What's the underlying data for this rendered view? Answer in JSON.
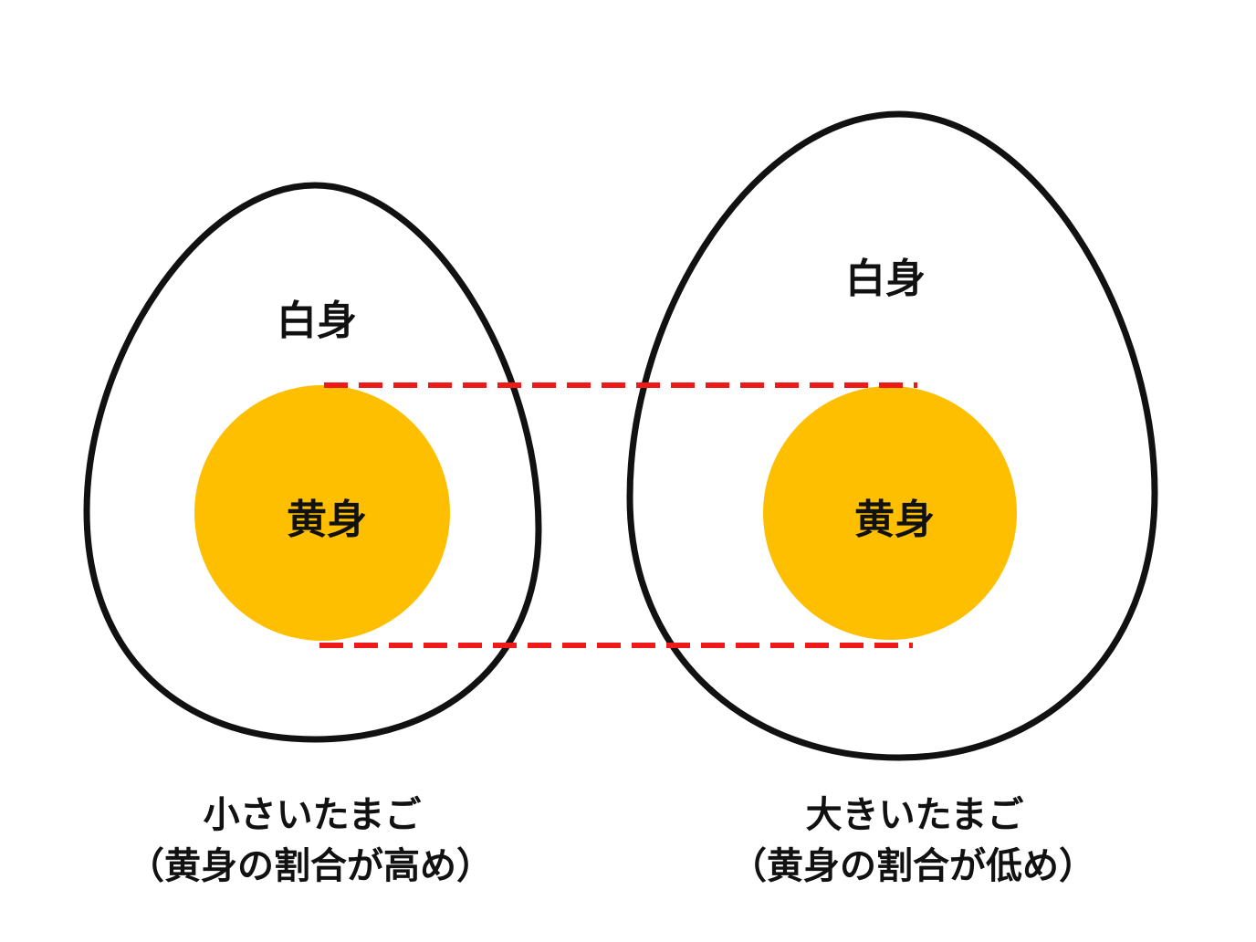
{
  "colors": {
    "yolk": "#FDBF00",
    "outline": "#111111",
    "dash": "#EE1A1A",
    "white": "#FFFFFF"
  },
  "small_egg": {
    "white_label": "白身",
    "yolk_label": "黄身",
    "caption_line1": "小さいたまご",
    "caption_line2": "（黄身の割合が高め）"
  },
  "large_egg": {
    "white_label": "白身",
    "yolk_label": "黄身",
    "caption_line1": "大きいたまご",
    "caption_line2": "（黄身の割合が低め）"
  }
}
